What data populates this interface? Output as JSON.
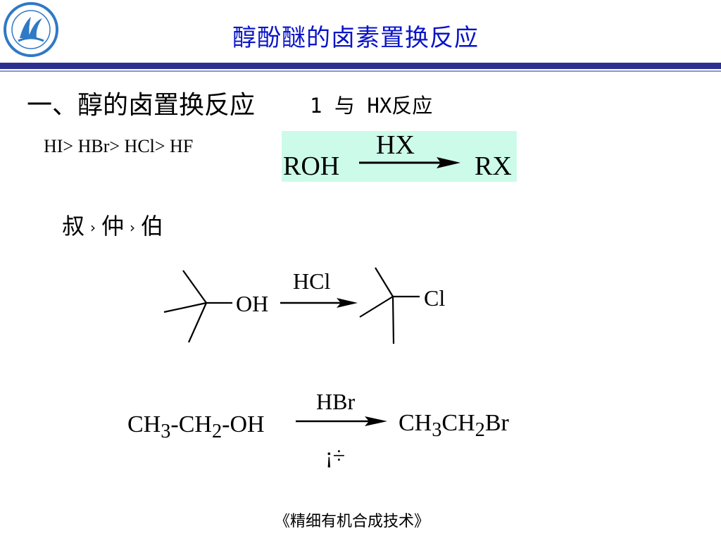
{
  "title": "醇酚醚的卤素置换反应",
  "heading": "一、醇的卤置换反应",
  "subheading": "1 与 HX反应",
  "acid_order": "HI> HBr> HCl> HF",
  "general_reaction": {
    "reagent": "HX",
    "reactant": "ROH",
    "product": "RX"
  },
  "alcohol_order": {
    "items": [
      "叔",
      "仲",
      "伯"
    ],
    "separator": "›"
  },
  "reaction_tertiary": {
    "reactant_group": "OH",
    "reagent": "HCl",
    "product_group": "Cl"
  },
  "reaction_ethyl": {
    "reactant": {
      "p1": "CH",
      "s1": "3",
      "p2": "-CH",
      "s2": "2",
      "p3": "-OH"
    },
    "reagent": "HBr",
    "condition": "¡÷",
    "product": {
      "p1": "CH",
      "s1": "3",
      "p2": "CH",
      "s2": "2",
      "p3": "Br"
    }
  },
  "footer": "《精细有机合成技术》",
  "colors": {
    "title": "#0a14c8",
    "title_bar": "#2a2f8f",
    "reaction_box": "#ccfbea",
    "logo": "#2f79c5"
  }
}
